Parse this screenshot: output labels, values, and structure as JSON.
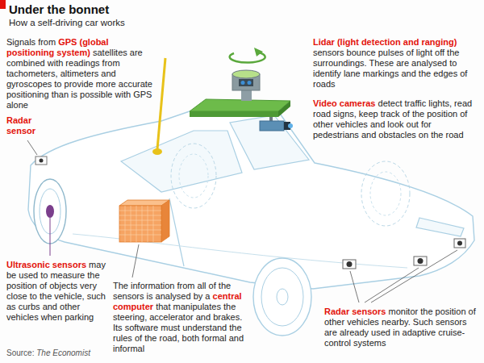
{
  "diagram": {
    "title": "Under the bonnet",
    "labels": [
      "How a self-driving car works",
      "Signals from",
      "GPS (global positioning system)",
      "satellites are combined with readings from tachometers, altimeters and gyroscopes to provide more accurate positioning than is possible with GPS alone",
      "Lidar (light detection and ranging)",
      "sensors bounce pulses of light off the surroundings. These are analysed to identify lane markings and the edges of roads",
      "Video cameras",
      "detect traffic lights, read road signs, keep track of the position of other vehicles and look out for pedestrians and obstacles on the road",
      "Radar sensor",
      "Ultrasonic sensors",
      "may be used to measure the position of objects very close to the vehicle, such as curbs and other vehicles when parking",
      "The information from all of the sensors is analysed by a",
      "central computer",
      "that manipulates the steering, accelerator and brakes. Its software must understand the rules of the road, both formal and informal",
      "Radar sensors",
      "monitor the position of other vehicles nearby. Such sensors are already used in adaptive cruise-control systems",
      "Source:",
      "The Economist"
    ]
  }
}
